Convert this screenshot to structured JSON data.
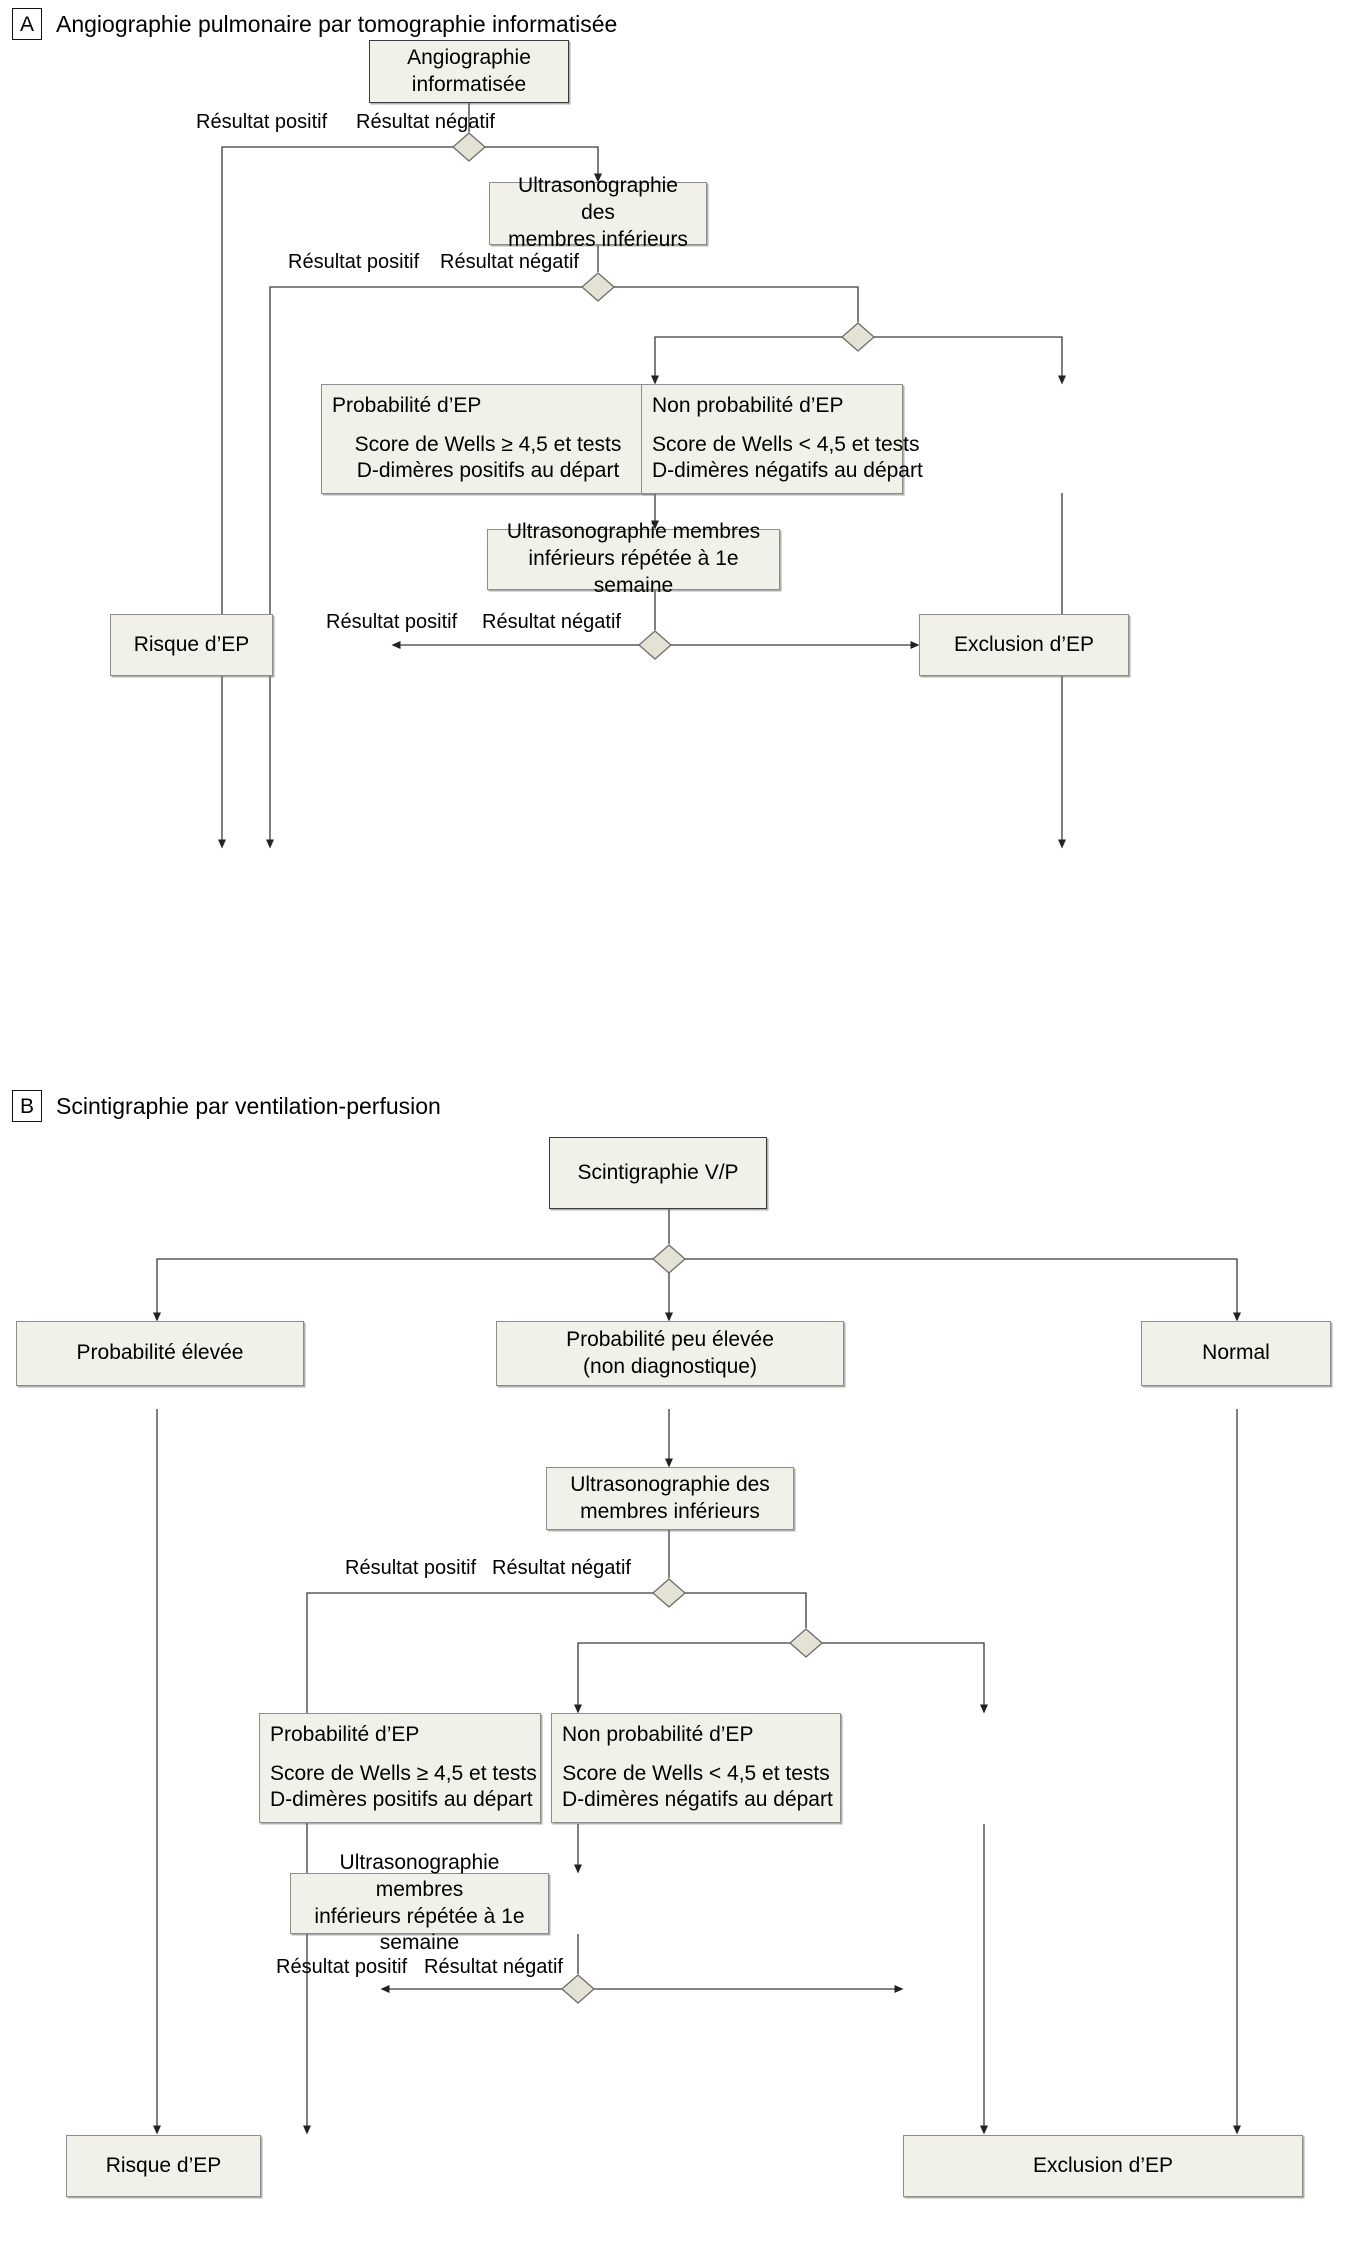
{
  "figure": {
    "panels": [
      {
        "letter": "A",
        "title": "Angiographie pulmonaire par tomographie informatisée",
        "nodes": {
          "start": {
            "line1": "Angiographie",
            "line2": "informatisée"
          },
          "ultrasound": {
            "line1": "Ultrasonographie des",
            "line2": "membres inférieurs"
          },
          "probability": {
            "title": "Probabilité d’EP",
            "line1": "Score de Wells ≥ 4,5 et tests",
            "line2": "D-dimères positifs au départ"
          },
          "non_probability": {
            "title": "Non probabilité d’EP",
            "line1": "Score de Wells < 4,5 et tests",
            "line2": "D-dimères négatifs au départ"
          },
          "repeat_ultrasound": {
            "line1": "Ultrasonographie membres",
            "line2": "inférieurs répétée à 1e semaine"
          },
          "risk": {
            "line1": "Risque d’EP"
          },
          "exclusion": {
            "line1": "Exclusion d’EP"
          }
        },
        "edge_labels": {
          "d1_positive": "Résultat positif",
          "d1_negative": "Résultat négatif",
          "d2_positive": "Résultat positif",
          "d2_negative": "Résultat négatif",
          "d4_positive": "Résultat positif",
          "d4_negative": "Résultat négatif"
        }
      },
      {
        "letter": "B",
        "title": "Scintigraphie par ventilation-perfusion",
        "nodes": {
          "start": {
            "line1": "Scintigraphie V/P"
          },
          "high_probability": {
            "line1": "Probabilité élevée"
          },
          "low_probability": {
            "line1": "Probabilité peu élevée",
            "line2": "(non diagnostique)"
          },
          "normal": {
            "line1": "Normal"
          },
          "ultrasound": {
            "line1": "Ultrasonographie des",
            "line2": "membres inférieurs"
          },
          "probability": {
            "title": "Probabilité d’EP",
            "line1": "Score de Wells ≥ 4,5 et tests",
            "line2": "D-dimères positifs au départ"
          },
          "non_probability": {
            "title": "Non probabilité d’EP",
            "line1": "Score de Wells < 4,5 et tests",
            "line2": "D-dimères négatifs au départ"
          },
          "repeat_ultrasound": {
            "line1": "Ultrasonographie membres",
            "line2": "inférieurs répétée à 1e semaine"
          },
          "risk": {
            "line1": "Risque d’EP"
          },
          "exclusion": {
            "line1": "Exclusion d’EP"
          }
        },
        "edge_labels": {
          "d1_positive": "Résultat positif",
          "d1_negative": "Résultat négatif",
          "d3_positive": "Résultat positif",
          "d3_negative": "Résultat négatif"
        }
      }
    ],
    "colors": {
      "node_fill": "#f1f0e9",
      "node_border": "#8d8d8d",
      "diamond_fill": "#e4e2d4",
      "line": "#3a3a3a",
      "background": "#ffffff"
    }
  }
}
